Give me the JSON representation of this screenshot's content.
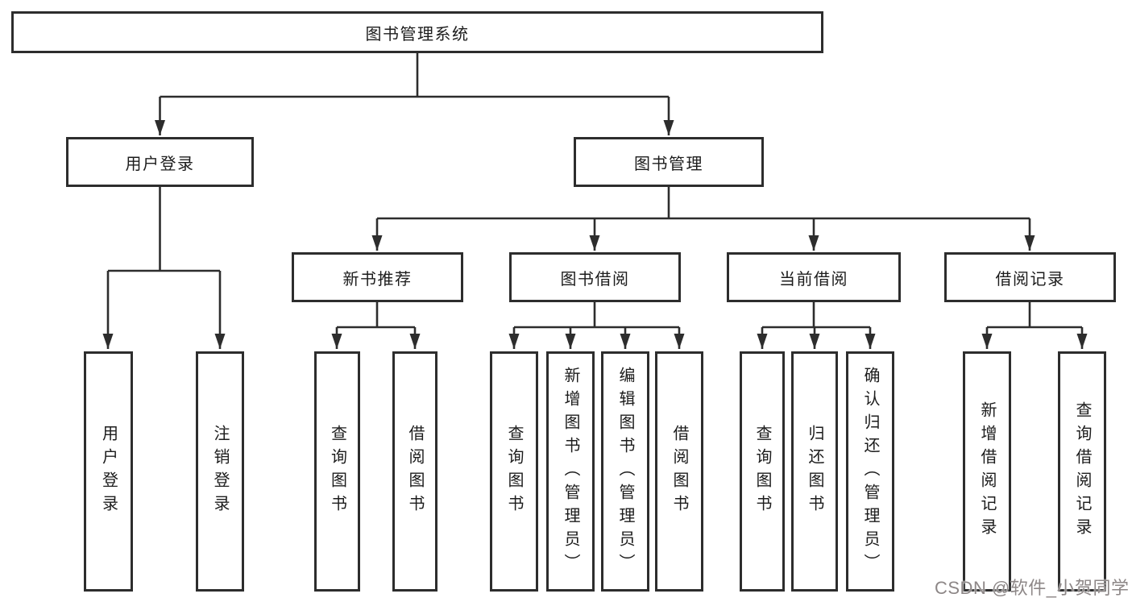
{
  "tree": {
    "label": "图书管理系统",
    "children": [
      {
        "label": "用户登录",
        "children": [
          {
            "label": "用户登录"
          },
          {
            "label": "注销登录"
          }
        ]
      },
      {
        "label": "图书管理",
        "children": [
          {
            "label": "新书推荐",
            "children": [
              {
                "label": "查询图书"
              },
              {
                "label": "借阅图书"
              }
            ]
          },
          {
            "label": "图书借阅",
            "children": [
              {
                "label": "查询图书"
              },
              {
                "label": "新增图书（管理员）"
              },
              {
                "label": "编辑图书（管理员）"
              },
              {
                "label": "借阅图书"
              }
            ]
          },
          {
            "label": "当前借阅",
            "children": [
              {
                "label": "查询图书"
              },
              {
                "label": "归还图书"
              },
              {
                "label": "确认归还（管理员）"
              }
            ]
          },
          {
            "label": "借阅记录",
            "children": [
              {
                "label": "新增借阅记录"
              },
              {
                "label": "查询借阅记录"
              }
            ]
          }
        ]
      }
    ]
  },
  "watermark": {
    "text": "CSDN @软件_小贺同学",
    "color": "#8d8787"
  },
  "colors": {
    "line": "#2d2d2d",
    "text": "#1c1c1c",
    "background": "#ffffff"
  }
}
